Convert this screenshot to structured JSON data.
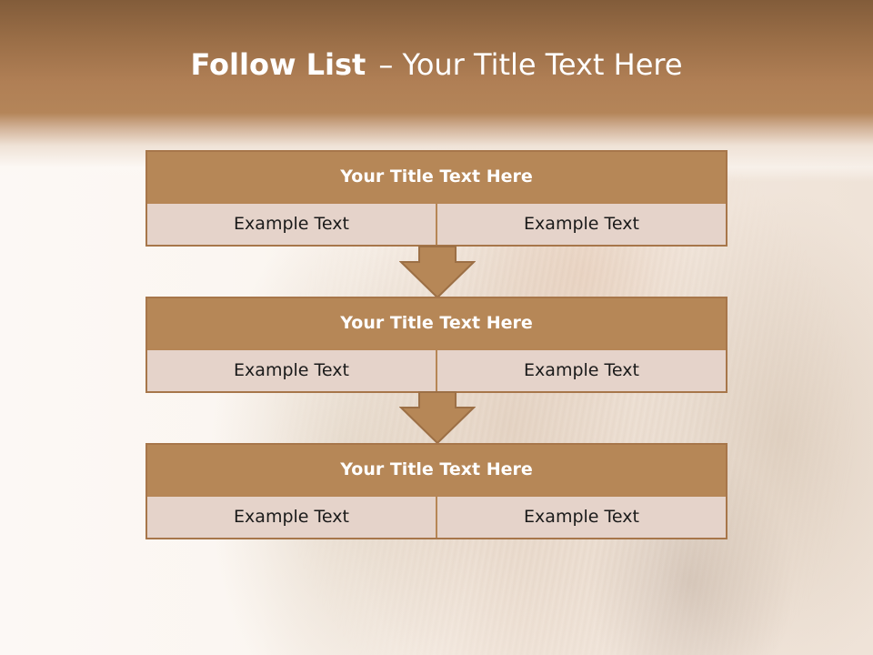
{
  "slide": {
    "title_bold": "Follow List",
    "title_rest": "– Your Title Text Here"
  },
  "steps": [
    {
      "title": "Your Title Text Here",
      "left_text": "Example Text",
      "right_text": "Example Text"
    },
    {
      "title": "Your Title Text Here",
      "left_text": "Example Text",
      "right_text": "Example Text"
    },
    {
      "title": "Your Title Text Here",
      "left_text": "Example Text",
      "right_text": "Example Text"
    }
  ],
  "colors": {
    "header_band": "#a87a50",
    "box_header": "#b68757",
    "box_border": "#a7764a",
    "box_cell": "#e5d3ca",
    "arrow_fill": "#b68757"
  }
}
